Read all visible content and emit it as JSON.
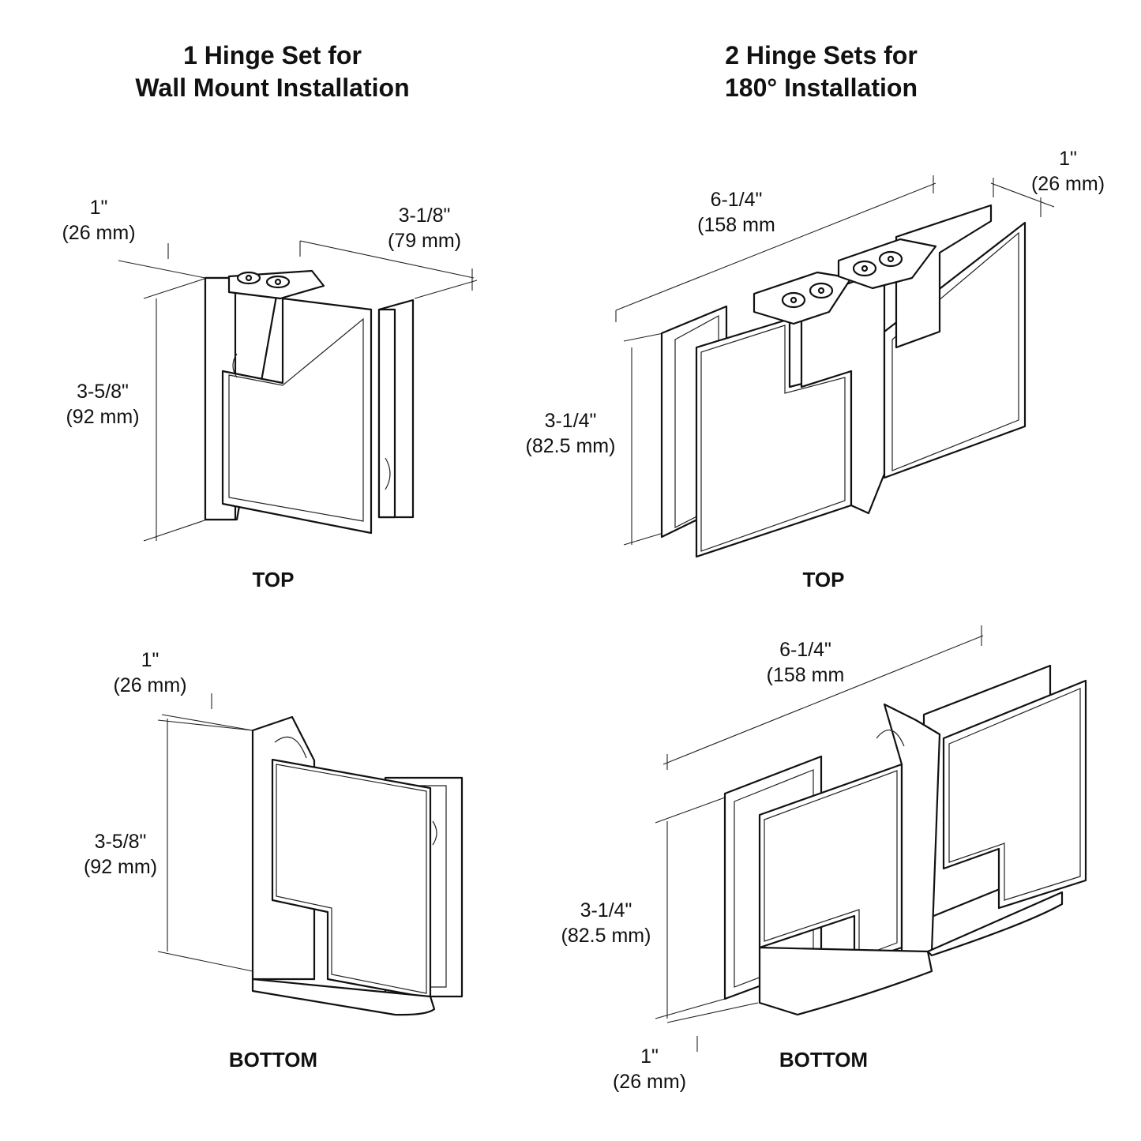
{
  "left_title": {
    "line1": "1 Hinge Set for",
    "line2": "Wall Mount Installation"
  },
  "right_title": {
    "line1": "2 Hinge Sets for",
    "line2": "180° Installation"
  },
  "wall_top": {
    "view_label": "TOP",
    "depth": {
      "inch": "1\"",
      "mm": "(26 mm)"
    },
    "width": {
      "inch": "3-1/8\"",
      "mm": "(79 mm)"
    },
    "height": {
      "inch": "3-5/8\"",
      "mm": "(92 mm)"
    }
  },
  "wall_bottom": {
    "view_label": "BOTTOM",
    "depth": {
      "inch": "1\"",
      "mm": "(26 mm)"
    },
    "height": {
      "inch": "3-5/8\"",
      "mm": "(92 mm)"
    }
  },
  "d180_top": {
    "view_label": "TOP",
    "width": {
      "inch": "6-1/4\"",
      "mm": "(158 mm"
    },
    "depth": {
      "inch": "1\"",
      "mm": "(26 mm)"
    },
    "height": {
      "inch": "3-1/4\"",
      "mm": "(82.5 mm)"
    }
  },
  "d180_bottom": {
    "view_label": "BOTTOM",
    "width": {
      "inch": "6-1/4\"",
      "mm": "(158 mm"
    },
    "height": {
      "inch": "3-1/4\"",
      "mm": "(82.5 mm)"
    },
    "depth": {
      "inch": "1\"",
      "mm": "(26 mm)"
    }
  }
}
